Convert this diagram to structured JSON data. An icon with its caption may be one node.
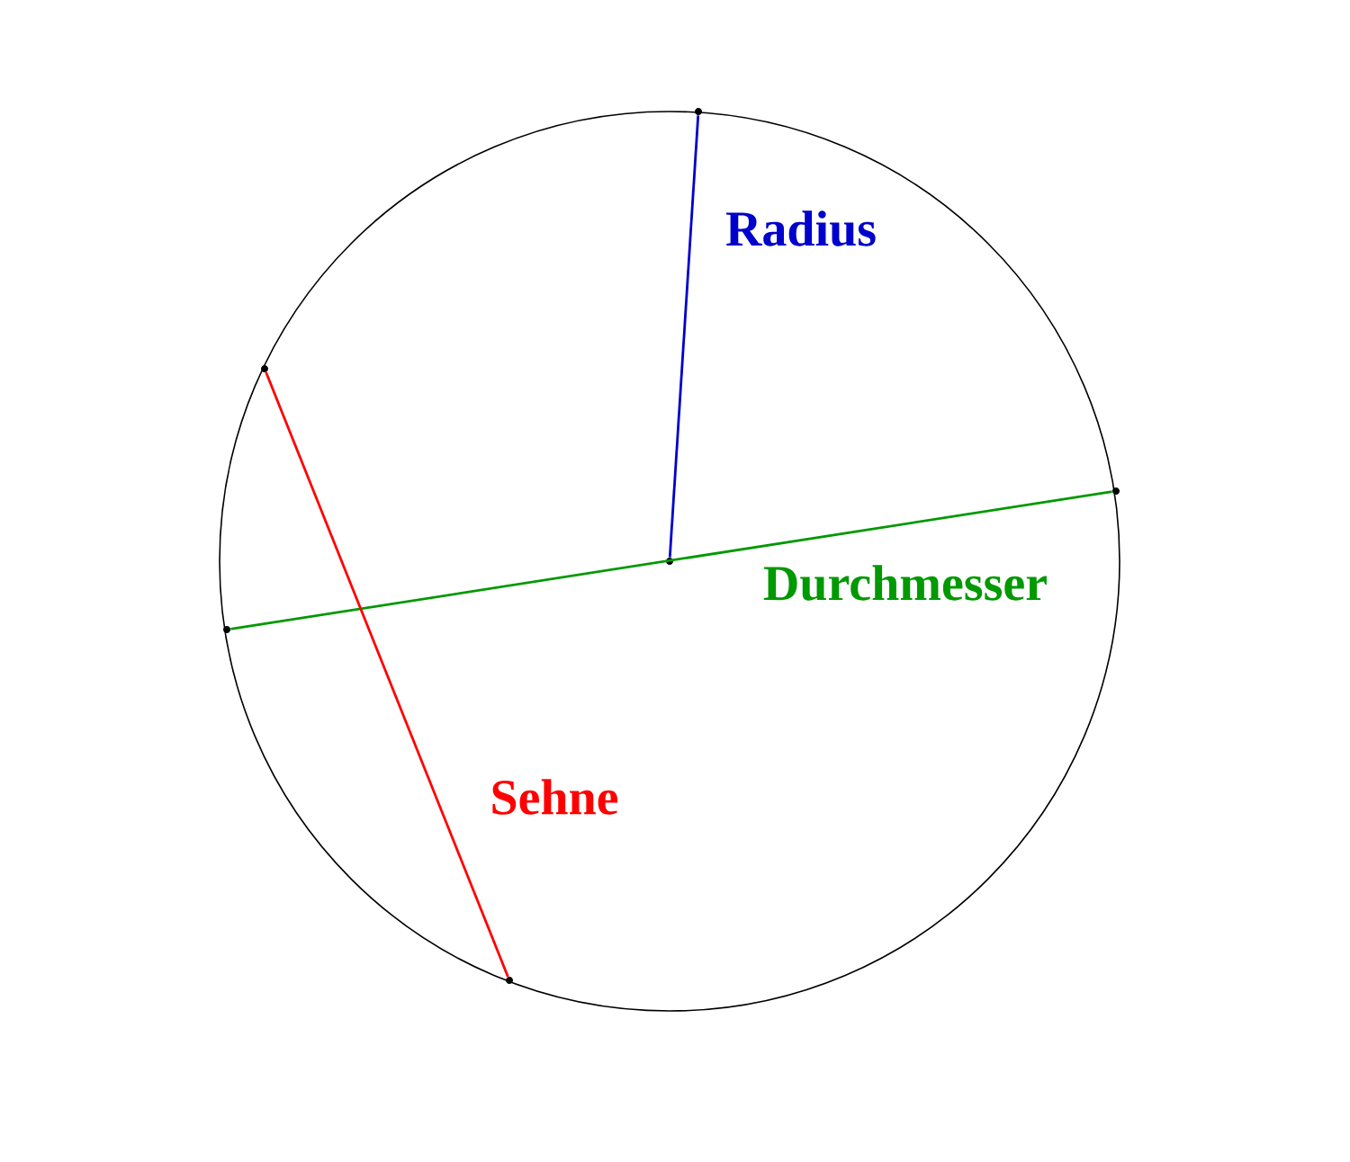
{
  "diagram": {
    "nodes": [
      {
        "text": [],
        "shape": "dot"
      },
      {
        "text": [],
        "shape": "dot"
      },
      {
        "text": [],
        "shape": "dot"
      },
      {
        "text": [],
        "shape": "dot"
      },
      {
        "text": [],
        "shape": "dot"
      },
      {
        "text": [],
        "shape": "dot"
      }
    ],
    "edges": [
      {
        "from": 0,
        "to": 1,
        "arrow": "none",
        "label": "Radius",
        "color": "#0000cc"
      },
      {
        "from": 2,
        "to": 3,
        "arrow": "none",
        "label": "Durchmesser",
        "color": "#009900"
      },
      {
        "from": 4,
        "to": 5,
        "arrow": "none",
        "label": "Sehne",
        "color": "#ff0000"
      }
    ]
  }
}
